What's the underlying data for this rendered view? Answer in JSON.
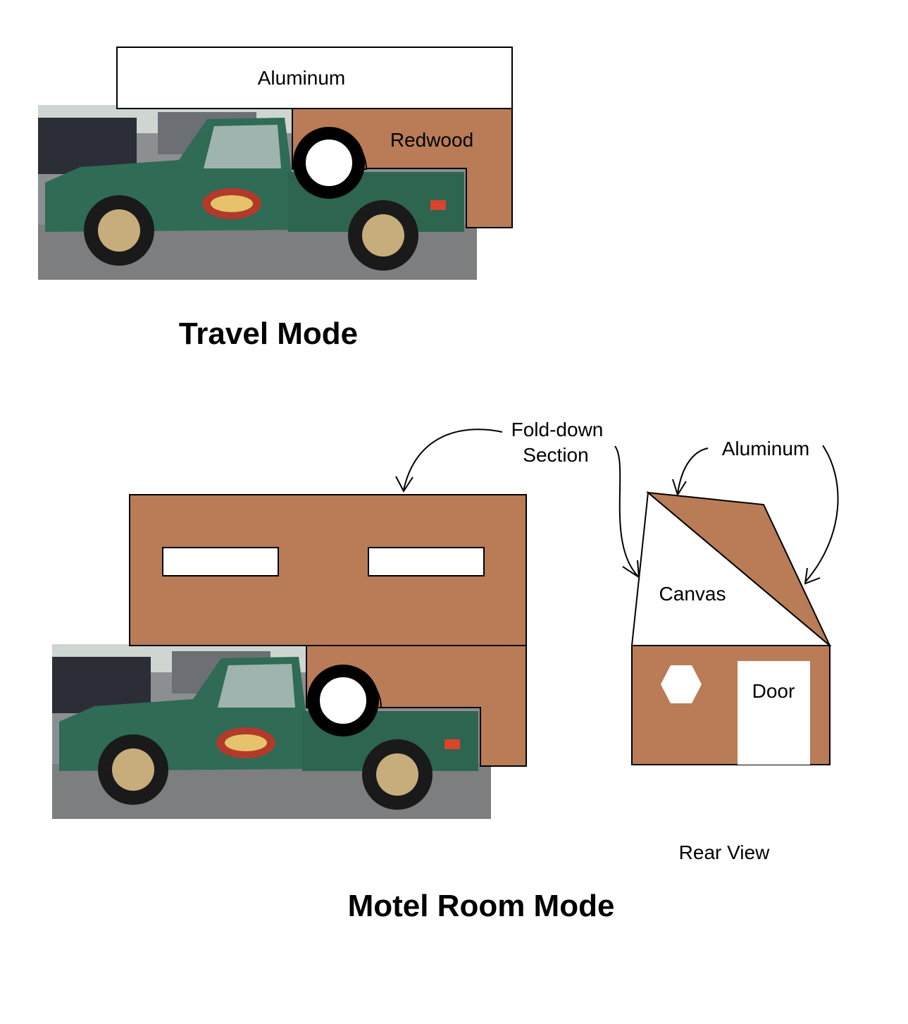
{
  "colors": {
    "redwood": "#b97c57",
    "truck_green": "#2f6b55",
    "outline": "#000000",
    "panel": "#ffffff"
  },
  "travel": {
    "aluminum_label": "Aluminum",
    "redwood_label": "Redwood",
    "title": "Travel Mode"
  },
  "motel": {
    "foldown_label_line1": "Fold-down",
    "foldown_label_line2": "Section",
    "title": "Motel Room Mode"
  },
  "rear": {
    "aluminum_label": "Aluminum",
    "canvas_label": "Canvas",
    "door_label": "Door",
    "caption": "Rear View"
  }
}
